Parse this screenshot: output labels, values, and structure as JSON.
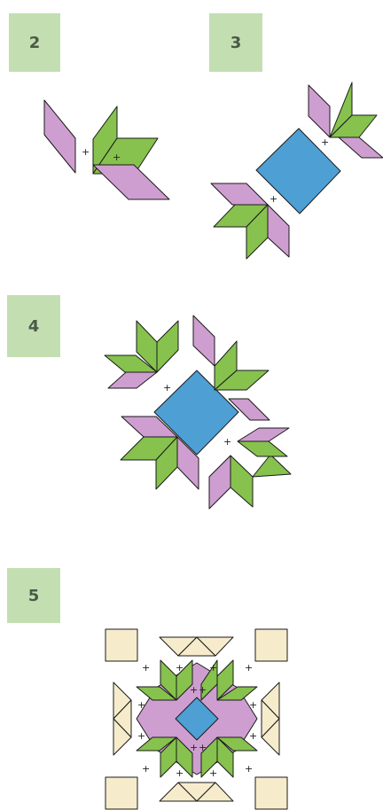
{
  "steps": [
    {
      "number": "2",
      "joins": [
        "+",
        "+"
      ]
    },
    {
      "number": "3",
      "joins": [
        "+",
        "+"
      ]
    },
    {
      "number": "4",
      "joins": [
        "+",
        "+"
      ]
    },
    {
      "number": "5",
      "joins": [
        "+",
        "+",
        "+",
        "+",
        "+",
        "+",
        "+",
        "+",
        "+",
        "+",
        "+",
        "+",
        "+",
        "+",
        "+",
        "+"
      ]
    }
  ],
  "colors": {
    "badge_bg": "#c3dfb2",
    "badge_text": "#4b5a47",
    "pink": "#cf9ed0",
    "green": "#86c24d",
    "blue": "#4e9fd4",
    "cream": "#f6eccc",
    "outline": "#1a1a1a"
  },
  "icons": {
    "rhombus": "pink-rhombus-shape",
    "leaf": "green-leaf-shape",
    "square": "blue-square-shape",
    "corner": "cream-square-shape",
    "triangle": "cream-triangle-shape"
  }
}
